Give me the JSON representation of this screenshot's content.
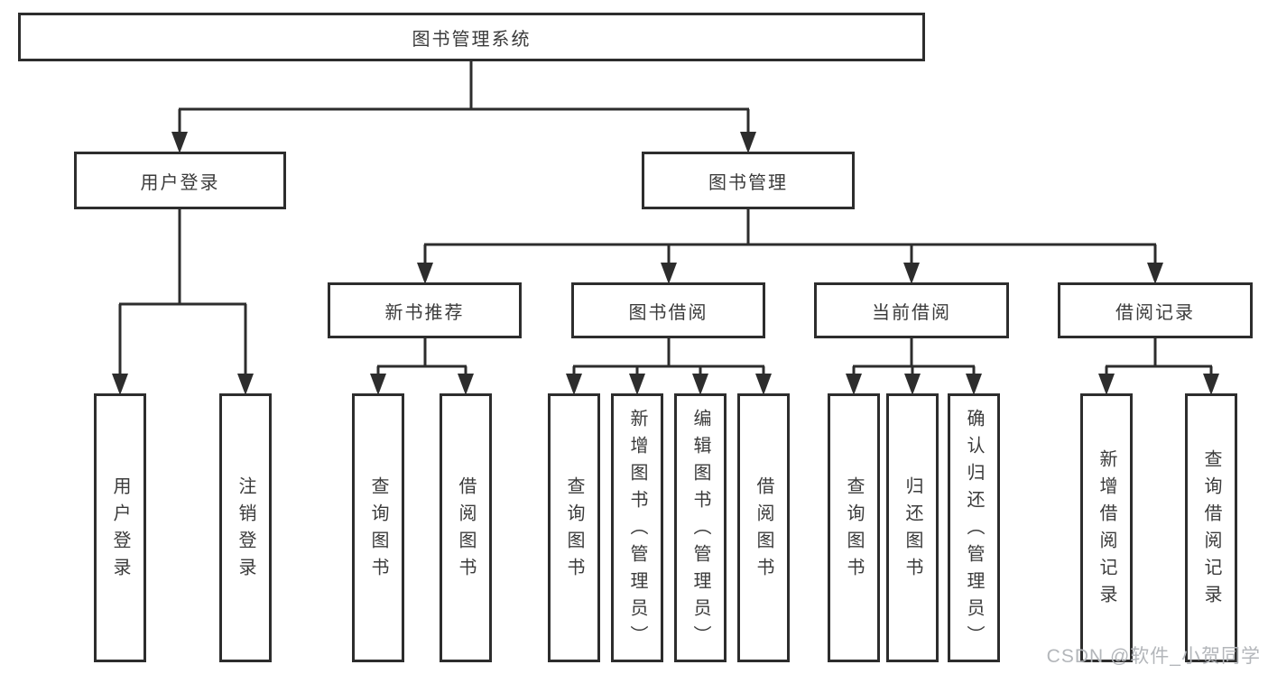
{
  "diagram": {
    "tree": {
      "label": "图书管理系统",
      "children": [
        {
          "label": "用户登录",
          "children": [
            {
              "label": "用户登录"
            },
            {
              "label": "注销登录"
            }
          ]
        },
        {
          "label": "图书管理",
          "children": [
            {
              "label": "新书推荐",
              "children": [
                {
                  "label": "查询图书"
                },
                {
                  "label": "借阅图书"
                }
              ]
            },
            {
              "label": "图书借阅",
              "children": [
                {
                  "label": "查询图书"
                },
                {
                  "label": "新增图书（管理员）"
                },
                {
                  "label": "编辑图书（管理员）"
                },
                {
                  "label": "借阅图书"
                }
              ]
            },
            {
              "label": "当前借阅",
              "children": [
                {
                  "label": "查询图书"
                },
                {
                  "label": "归还图书"
                },
                {
                  "label": "确认归还（管理员）"
                }
              ]
            },
            {
              "label": "借阅记录",
              "children": [
                {
                  "label": "新增借阅记录"
                },
                {
                  "label": "查询借阅记录"
                }
              ]
            }
          ]
        }
      ]
    }
  },
  "watermark": {
    "text": "CSDN @软件_小贺同学"
  },
  "colors": {
    "line": "#2d2d2d",
    "text": "#3b3b3b",
    "background": "#ffffff",
    "watermark": "#b3b6ba"
  }
}
